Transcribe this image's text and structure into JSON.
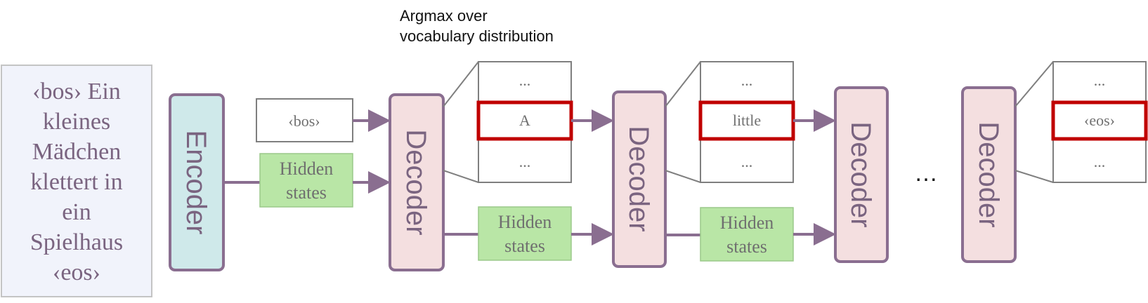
{
  "source_sentence": {
    "lines": [
      "‹bos› Ein",
      "kleines",
      "Mädchen",
      "klettert in",
      "ein",
      "Spielhaus",
      "‹eos›"
    ]
  },
  "encoder_label": "Encoder",
  "decoder_label": "Decoder",
  "decoder_input_token": "‹bos›",
  "hidden_states_label": [
    "Hidden",
    "states"
  ],
  "annotation": [
    "Argmax over",
    "vocabulary distribution"
  ],
  "vocab_boxes": [
    {
      "top": "...",
      "selected": "A",
      "bottom": "..."
    },
    {
      "top": "...",
      "selected": "little",
      "bottom": "..."
    },
    {
      "top": "...",
      "selected": "‹eos›",
      "bottom": "..."
    }
  ],
  "ellipsis": "…",
  "colors": {
    "encoder_fill": "#cfe9ea",
    "decoder_fill": "#f4dfe0",
    "block_border": "#8a6e90",
    "arrow": "#8a6e90",
    "hidden_fill": "#b9e6a6",
    "selected_border": "#c00000",
    "source_fill": "#f1f3fb"
  }
}
